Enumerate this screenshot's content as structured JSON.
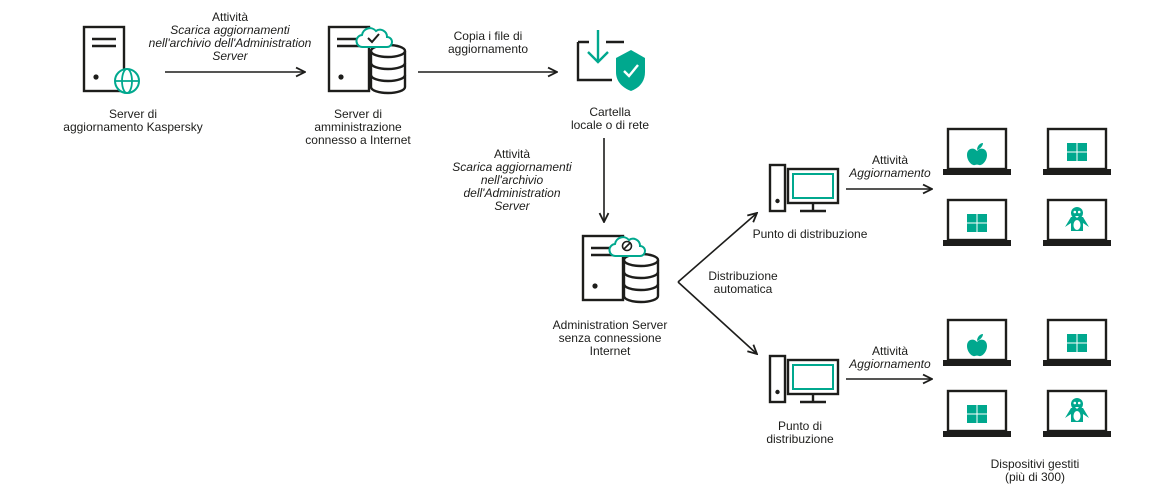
{
  "colors": {
    "accent": "#00a88e",
    "stroke": "#1d1d1b",
    "screen_fill": "#ffffff"
  },
  "nodes": {
    "kaspersky_server": {
      "label_1": "Server di",
      "label_2": "aggiornamento Kaspersky",
      "icon": "server-globe-icon"
    },
    "admin_server_online": {
      "label_1": "Server di",
      "label_2": "amministrazione",
      "label_3": "connesso a Internet",
      "icon": "server-database-cloud-check-icon"
    },
    "folder": {
      "label_1": "Cartella",
      "label_2": "locale o di rete",
      "icon": "folder-download-shield-icon"
    },
    "admin_server_offline": {
      "label_1": "Administration Server",
      "label_2": "senza connessione",
      "label_3": "Internet",
      "icon": "server-database-cloud-blocked-icon"
    },
    "dp_top": {
      "label_1": "Punto di distribuzione",
      "icon": "desktop-computer-icon"
    },
    "dp_bottom": {
      "label_1": "Punto di",
      "label_2": "distribuzione",
      "icon": "desktop-computer-icon"
    },
    "devices": {
      "label_1": "Dispositivi gestiti",
      "label_2": "(più di 300)"
    }
  },
  "edges": {
    "download_1": {
      "title": "Attività",
      "task_1": "Scarica aggiornamenti",
      "task_2": "nell'archivio dell'Administration",
      "task_3": "Server"
    },
    "copy_files": {
      "line_1": "Copia i file di",
      "line_2": "aggiornamento"
    },
    "download_2": {
      "title": "Attività",
      "task_1": "Scarica aggiornamenti",
      "task_2": "nell'archivio",
      "task_3": "dell'Administration",
      "task_4": "Server"
    },
    "auto_distribution": {
      "line_1": "Distribuzione",
      "line_2": "automatica"
    },
    "update_top": {
      "title": "Attività",
      "task": "Aggiornamento"
    },
    "update_bottom": {
      "title": "Attività",
      "task": "Aggiornamento"
    }
  },
  "device_groups": [
    {
      "devices": [
        {
          "os_icon": "apple-icon"
        },
        {
          "os_icon": "windows-icon"
        },
        {
          "os_icon": "windows-icon"
        },
        {
          "os_icon": "linux-icon"
        }
      ]
    },
    {
      "devices": [
        {
          "os_icon": "apple-icon"
        },
        {
          "os_icon": "windows-icon"
        },
        {
          "os_icon": "windows-icon"
        },
        {
          "os_icon": "linux-icon"
        }
      ]
    }
  ]
}
